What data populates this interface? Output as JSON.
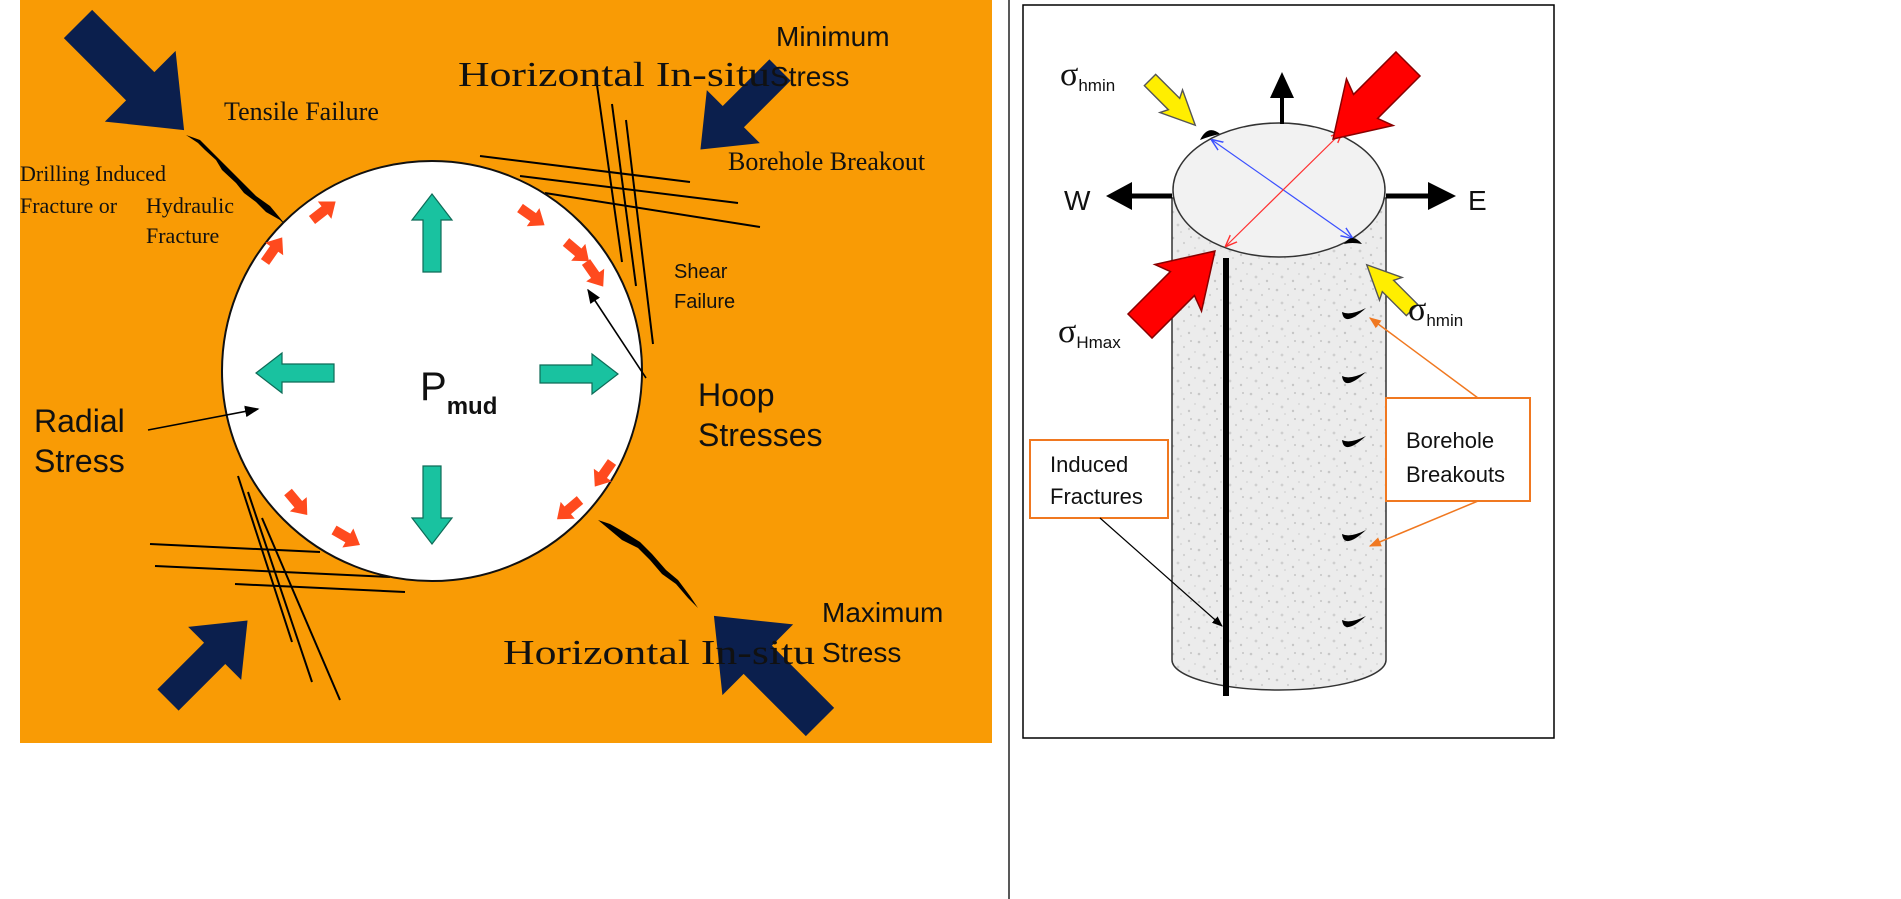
{
  "colors": {
    "background_orange": "#F99B05",
    "navy_arrow": "#0B1F4D",
    "green_arrow": "#19C2A0",
    "red_dash": "#FF4A1E",
    "yellow_arrow": "#FFEE00",
    "red_arrow": "#FF0000",
    "callout_orange": "#F07820",
    "ellipse_blue": "#3B50FF",
    "ellipse_red": "#FF3030"
  },
  "left_diagram": {
    "labels": {
      "min_stress_line1": "Minimum",
      "min_stress_line2": "Stress",
      "horizontal_insitu_top": "Horizontal In-situ",
      "tensile_failure": "Tensile Failure",
      "borehole_breakout": "Borehole Breakout",
      "drilling_induced_line1": "Drilling Induced",
      "drilling_induced_line2": "Fracture or",
      "hydraulic_line1": "Hydraulic",
      "hydraulic_line2": "Fracture",
      "shear_line1": "Shear",
      "shear_line2": "Failure",
      "p_main": "P",
      "p_sub": "mud",
      "hoop_line1": "Hoop",
      "hoop_line2": "Stresses",
      "radial_line1": "Radial",
      "radial_line2": "Stress",
      "max_stress_line1": "Maximum",
      "max_stress_line2": "Stress",
      "horizontal_insitu_bottom": "Horizontal In-situ"
    }
  },
  "right_diagram": {
    "labels": {
      "sigma": "σ",
      "hmin_sub": "hmin",
      "hmax_sub": "Hmax",
      "west": "W",
      "east": "E",
      "induced_line1": "Induced",
      "induced_line2": "Fractures",
      "breakouts_line1": "Borehole",
      "breakouts_line2": "Breakouts"
    }
  }
}
